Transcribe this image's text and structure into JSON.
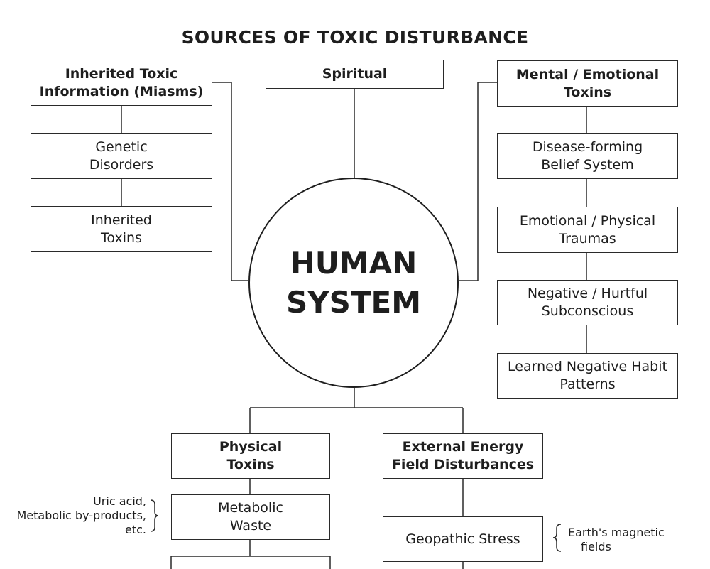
{
  "title": "SOURCES OF TOXIC DISTURBANCE",
  "center": {
    "line1": "HUMAN",
    "line2": "SYSTEM"
  },
  "left": {
    "header": {
      "line1": "Inherited Toxic",
      "line2": "Information (Miasms)"
    },
    "items": [
      {
        "line1": "Genetic",
        "line2": "Disorders"
      },
      {
        "line1": "Inherited",
        "line2": "Toxins"
      }
    ]
  },
  "top": {
    "header": "Spiritual"
  },
  "right": {
    "header": {
      "line1": "Mental / Emotional",
      "line2": "Toxins"
    },
    "items": [
      {
        "line1": "Disease-forming",
        "line2": "Belief System"
      },
      {
        "line1": "Emotional / Physical",
        "line2": "Traumas"
      },
      {
        "line1": "Negative / Hurtful",
        "line2": "Subconscious"
      },
      {
        "line1": "Learned Negative Habit",
        "line2": "Patterns"
      }
    ]
  },
  "bottom_left": {
    "header": {
      "line1": "Physical",
      "line2": "Toxins"
    },
    "items": [
      {
        "line1": "Metabolic",
        "line2": "Waste"
      }
    ],
    "note": {
      "line1": "Uric acid,",
      "line2": "Metabolic by-products,",
      "line3": "etc."
    }
  },
  "bottom_right": {
    "header": {
      "line1": "External Energy",
      "line2": "Field Disturbances"
    },
    "items": [
      {
        "line1": "Geopathic Stress"
      }
    ],
    "note": {
      "line1": "Earth's magnetic",
      "line2": "fields"
    }
  }
}
